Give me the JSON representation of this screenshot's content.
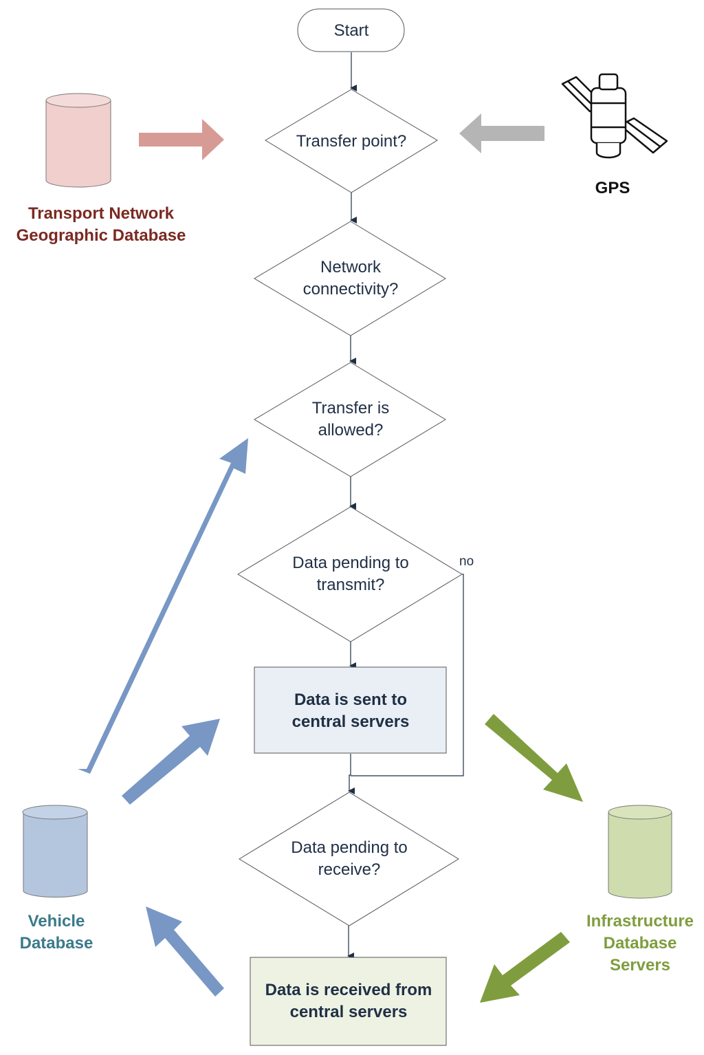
{
  "nodes": {
    "start": "Start",
    "transfer_point": "Transfer point?",
    "network_connectivity": [
      "Network",
      "connectivity?"
    ],
    "transfer_allowed": [
      "Transfer is",
      "allowed?"
    ],
    "data_pending_transmit": [
      "Data pending to",
      "transmit?"
    ],
    "data_sent": [
      "Data is sent to",
      "central servers"
    ],
    "data_pending_receive": [
      "Data pending to",
      "receive?"
    ],
    "data_received": [
      "Data is received from",
      "central servers"
    ]
  },
  "edge_labels": {
    "no": "no"
  },
  "sources": {
    "transport_db": [
      "Transport Network",
      "Geographic Database"
    ],
    "gps": "GPS",
    "vehicle_db": [
      "Vehicle",
      "Database"
    ],
    "infra_db": [
      "Infrastructure",
      "Database",
      "Servers"
    ]
  },
  "colors": {
    "transport": "#d79b96",
    "transport_text": "#7a2a22",
    "gps_arrow": "#b5b5b5",
    "vehicle": "#7897c4",
    "vehicle_text": "#3a7a8a",
    "infra": "#7f9d3e",
    "infra_text": "#7f9d3e",
    "sent_fill": "#eaeff6",
    "received_fill": "#eef2e3"
  }
}
